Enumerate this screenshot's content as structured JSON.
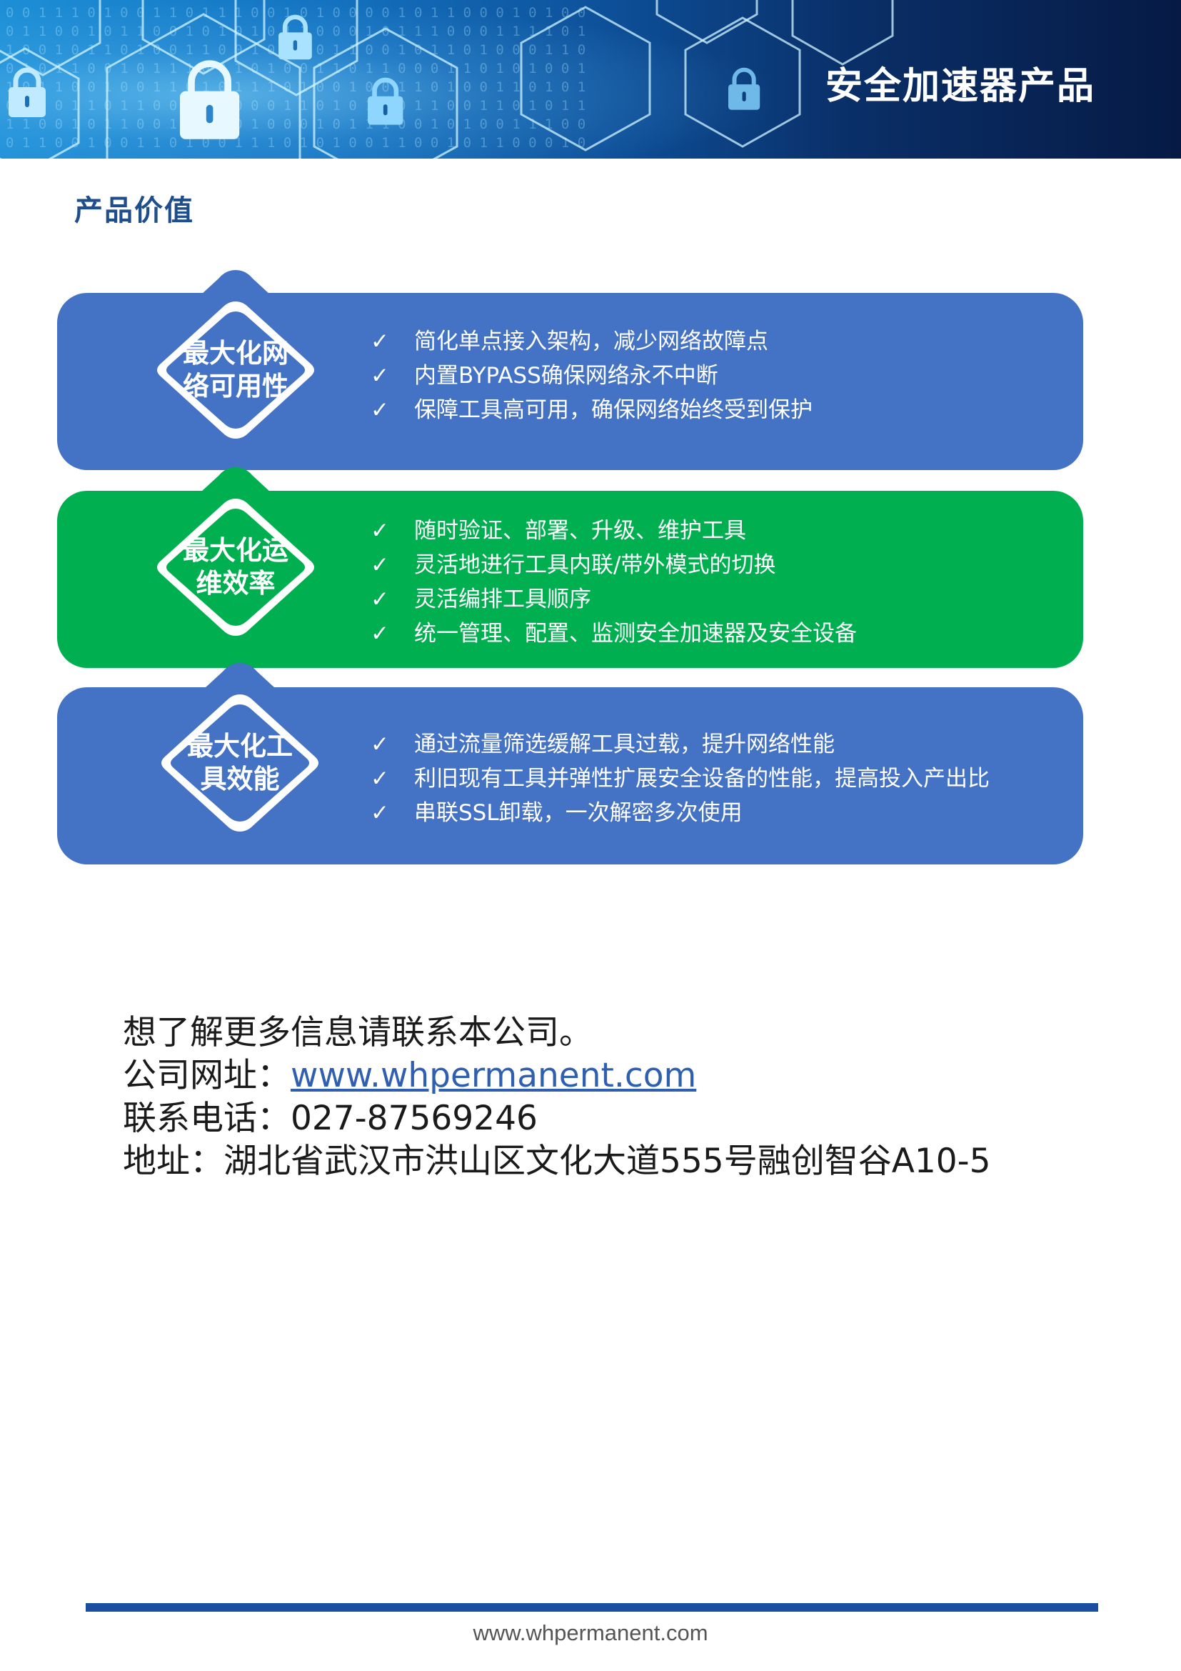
{
  "header": {
    "title": "安全加速器产品",
    "binary_rows": [
      "0 0 1 1 1 0 1 0 0 1 1 0 1 1 1 0 0 1 0 1 0 0 0 0 1 0 1 1 0 0 0 1 0 1 0 0",
      "0 1 1 0 0 1 0 1 1 0 0 1 0 1 0 1 0 1 1 0 0 0 1 0 1 1 1 0 0 0 1 1 1 1 0 1",
      "1 0 0 1 0 1 1 0 1 0 0 1 1 0 0 1 0 0 1 0 1 1 0 0 1 0 1 1 0 1 0 0 0 1 1 0",
      "0 1 0 1 1 0 0 1 0 1 1 1 0 0 1 0 1 0 0 1 1 0 1 1 0 0 0 1 1 0 1 0 1 0 0 1",
      "1 0 1 1 0 0 1 0 0 1 1 0 1 0 1 1 1 0 1 0 0 1 0 0 1 1 0 1 0 0 1 1 0 1 0 1",
      "0 0 1 0 1 1 0 1 1 0 0 1 0 1 0 0 0 1 1 0 1 0 1 0 0 1 1 0 0 1 1 0 1 0 1 1",
      "1 1 0 0 1 0 1 1 0 0 1 0 1 1 0 1 0 0 0 1 0 1 1 1 0 0 1 0 1 0 0 1 1 1 0 0",
      "0 1 1 0 0 1 0 0 1 1 0 1 0 0 1 1 1 0 1 0 1 0 0 1 1 0 0 1 0 1 1 0 0 0 1 0"
    ]
  },
  "section": {
    "title": "产品价值"
  },
  "check_mark": "✓",
  "cards": [
    {
      "label_line1": "最大化网",
      "label_line2": "络可用性",
      "color": "#4472c4",
      "items": [
        "简化单点接入架构，减少网络故障点",
        "内置BYPASS确保网络永不中断",
        "保障工具高可用，确保网络始终受到保护"
      ]
    },
    {
      "label_line1": "最大化运",
      "label_line2": "维效率",
      "color": "#00b050",
      "items": [
        "随时验证、部署、升级、维护工具",
        "灵活地进行工具内联/带外模式的切换",
        "灵活编排工具顺序",
        "统一管理、配置、监测安全加速器及安全设备"
      ]
    },
    {
      "label_line1": "最大化工",
      "label_line2": "具效能",
      "color": "#4472c4",
      "items": [
        "通过流量筛选缓解工具过载，提升网络性能",
        "利旧现有工具并弹性扩展安全设备的性能，提高投入产出比",
        "串联SSL卸载，一次解密多次使用"
      ]
    }
  ],
  "contact": {
    "intro": "想了解更多信息请联系本公司。",
    "website_label": "公司网址：",
    "website": "www.whpermanent.com",
    "phone_label": "联系电话：",
    "phone": "027-87569246",
    "address_label": "地址：",
    "address": "湖北省武汉市洪山区文化大道555号融创智谷A10-5"
  },
  "footer": {
    "url": "www.whpermanent.com"
  },
  "colors": {
    "brand_blue": "#4472c4",
    "brand_green": "#00b050",
    "heading_blue": "#1f4e8c",
    "footer_rule": "#1a4ea0"
  }
}
